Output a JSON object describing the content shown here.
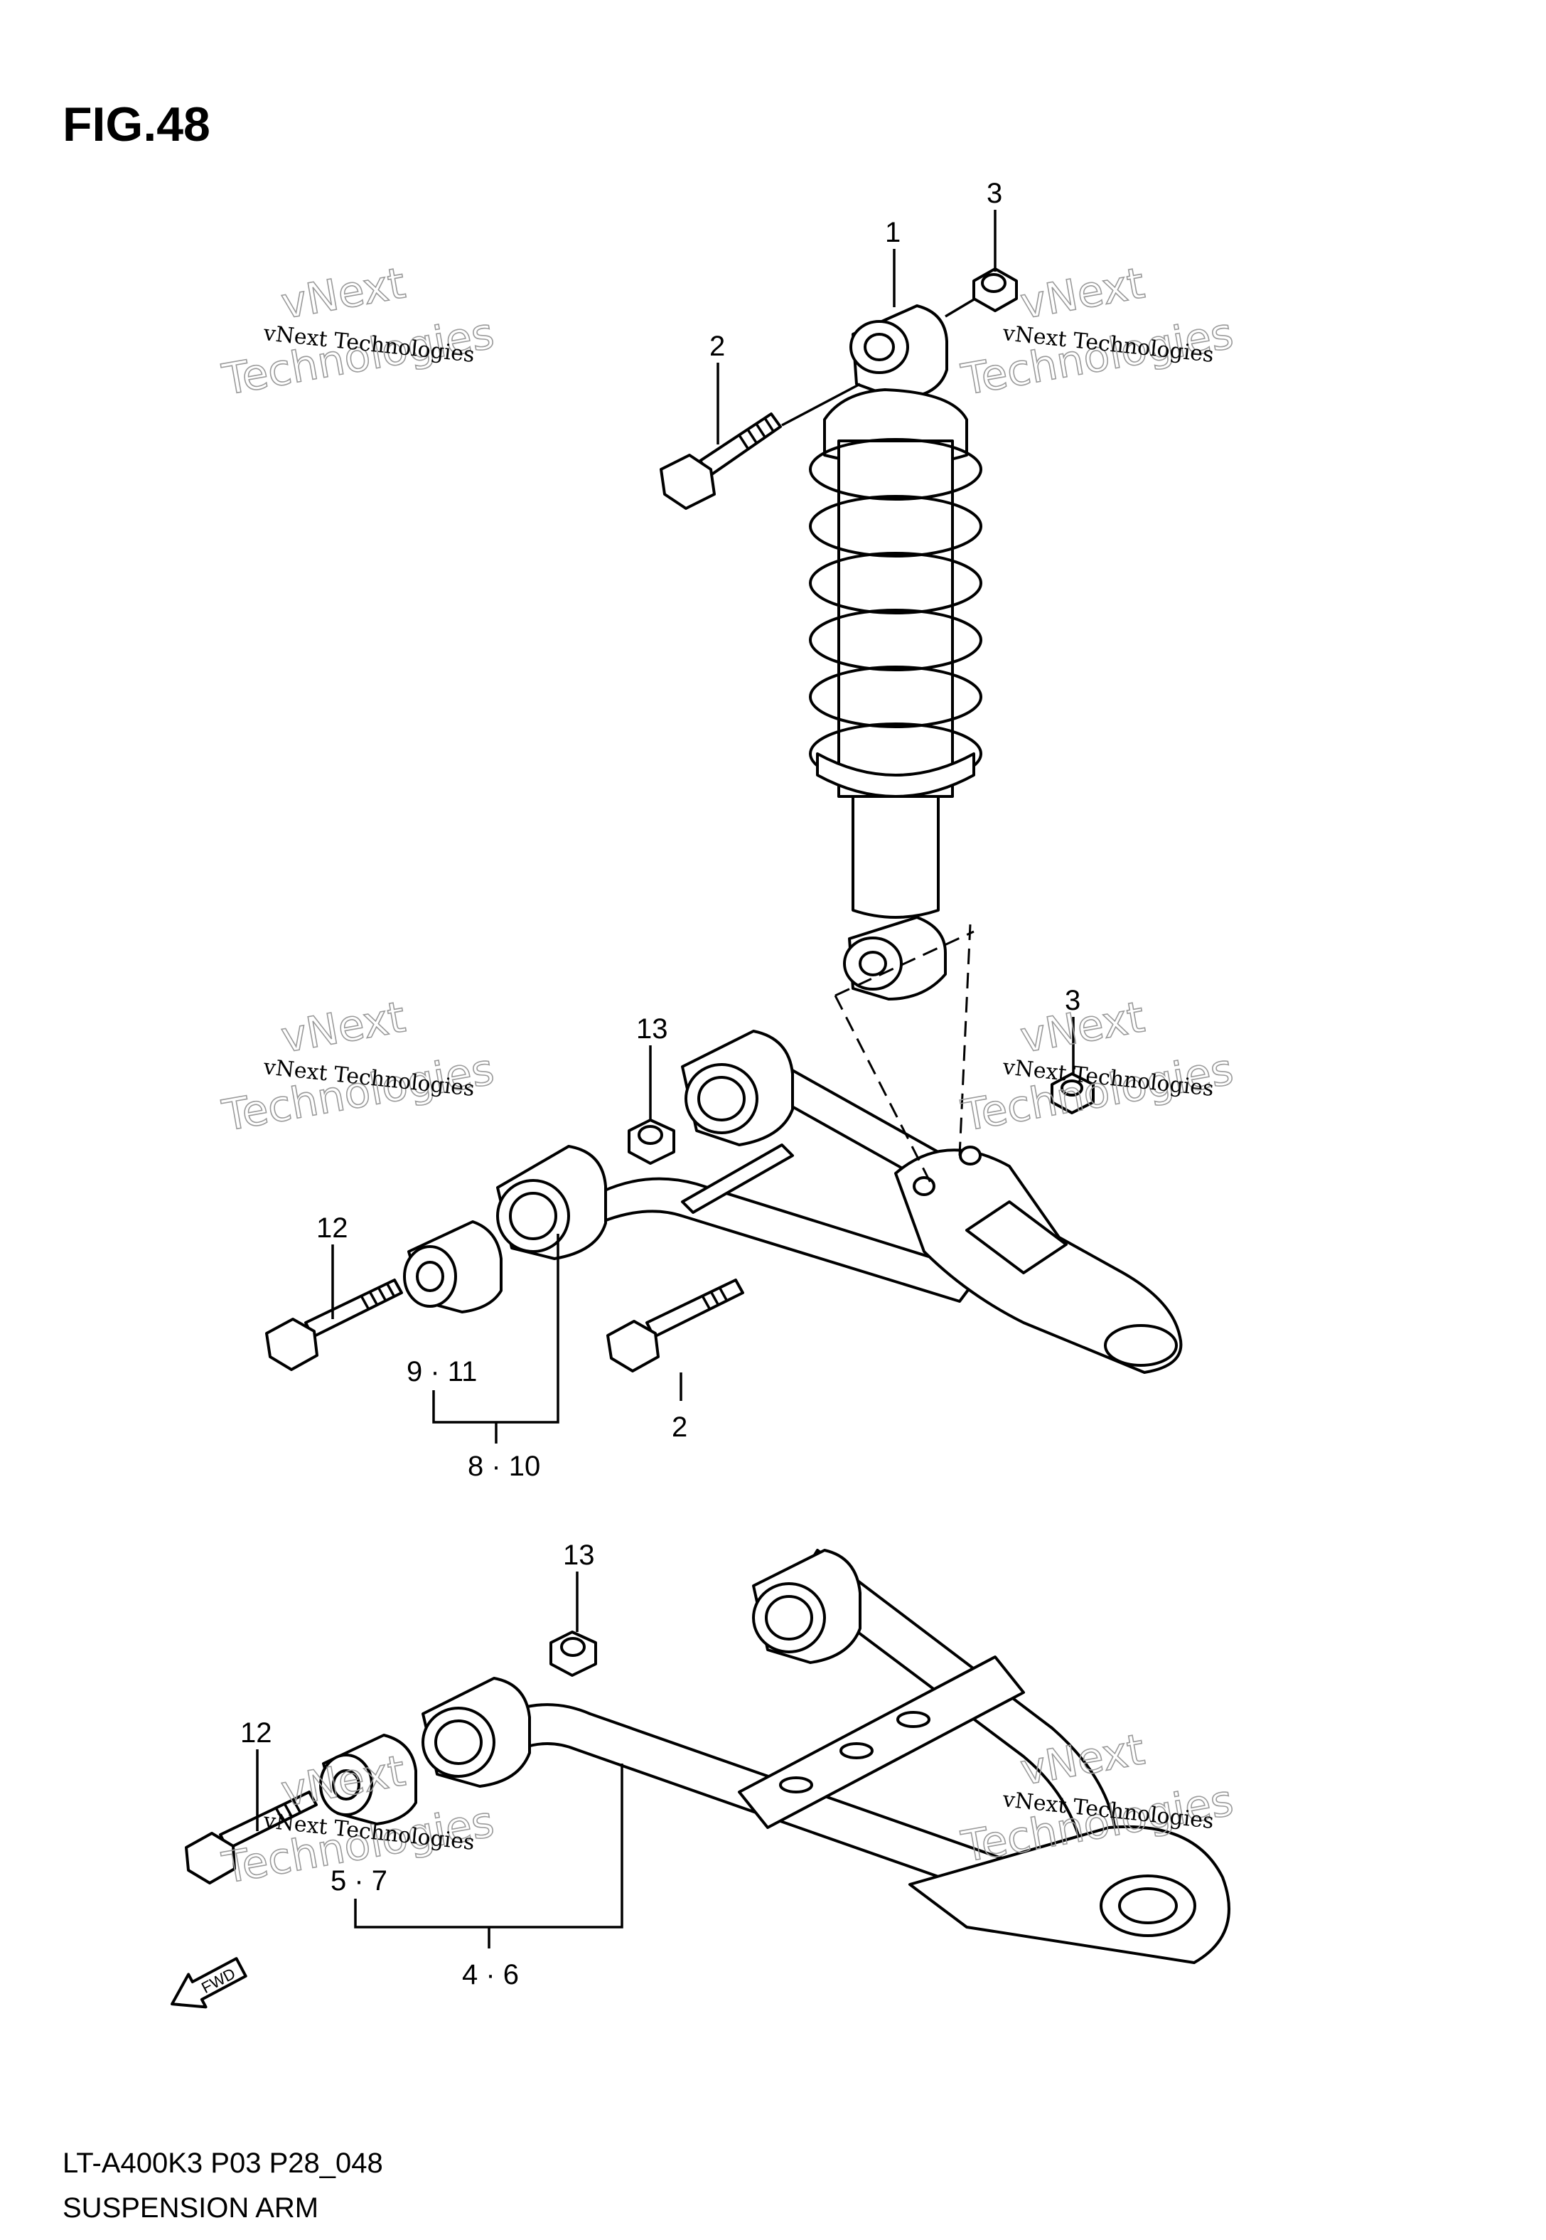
{
  "figure": {
    "title": "FIG.48"
  },
  "callouts": {
    "shock_absorber": "1",
    "bolt_upper": "2",
    "nut_upper": "3",
    "nut_mid": "3",
    "bolt_mid": "2",
    "cap_upper_arm": "13",
    "bolt_upper_arm": "12",
    "bushing_upper_arm": "9 · 11",
    "upper_arm_assy": "8 · 10",
    "cap_lower_arm": "13",
    "bolt_lower_arm": "12",
    "bushing_lower_arm": "5 · 7",
    "lower_arm_assy": "4 · 6"
  },
  "fwd_icon": {
    "label": "FWD",
    "icon": "fwd-arrow-icon"
  },
  "watermark": {
    "line1": "vNext Technologies",
    "line2": "vNext",
    "line3": "Technologies"
  },
  "footer": {
    "code": "LT-A400K3 P03 P28_048",
    "caption": "SUSPENSION ARM"
  }
}
